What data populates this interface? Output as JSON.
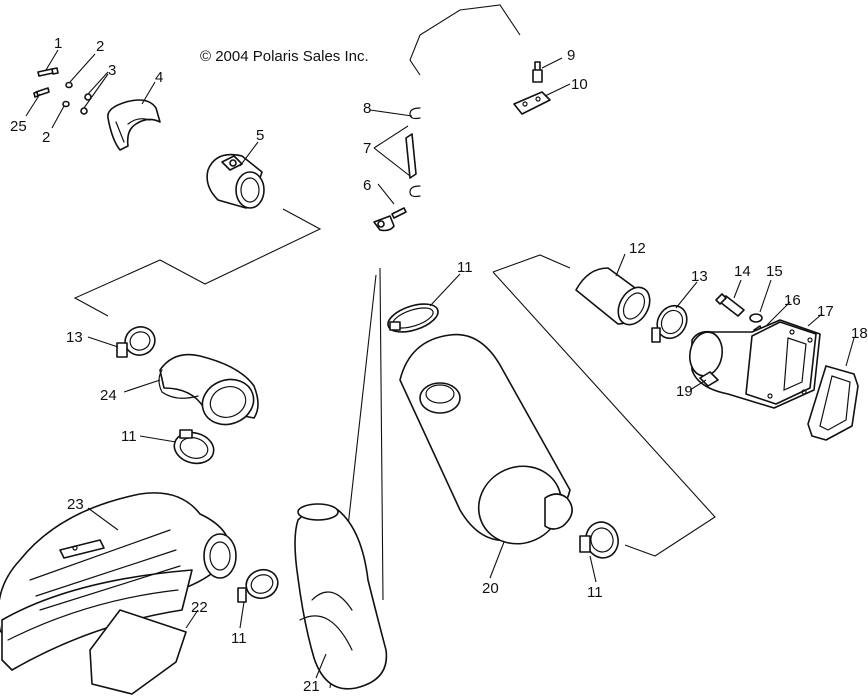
{
  "copyright": "© 2004 Polaris Sales Inc.",
  "callouts": [
    "1",
    "2",
    "3",
    "4",
    "25",
    "2",
    "5",
    "6",
    "7",
    "8",
    "9",
    "10",
    "11",
    "12",
    "13",
    "14",
    "15",
    "16",
    "17",
    "18",
    "19",
    "13",
    "24",
    "11",
    "23",
    "20",
    "11",
    "11",
    "22",
    "21"
  ]
}
